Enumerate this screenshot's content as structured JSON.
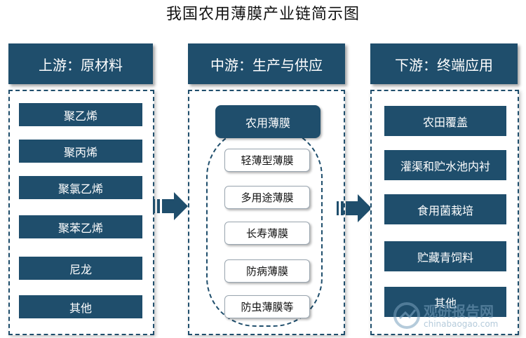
{
  "title": "我国农用薄膜产业链简示图",
  "upstream": {
    "header": "上游：原材料",
    "items": [
      "聚乙烯",
      "聚丙烯",
      "聚氯乙烯",
      "聚苯乙烯",
      "尼龙",
      "其他"
    ]
  },
  "midstream": {
    "header": "中游：生产与供应",
    "category": "农用薄膜",
    "items": [
      "轻薄型薄膜",
      "多用途薄膜",
      "长寿薄膜",
      "防病薄膜",
      "防虫薄膜等"
    ]
  },
  "downstream": {
    "header": "下游：终端应用",
    "items": [
      "农田覆盖",
      "灌渠和贮水池内衬",
      "食用菌栽培",
      "贮藏青饲料",
      "其他"
    ]
  },
  "watermark": {
    "name": "观研报告网",
    "url": "chinabaogao.com"
  },
  "colors": {
    "primary": "#1f4e6c",
    "background": "#ffffff"
  }
}
